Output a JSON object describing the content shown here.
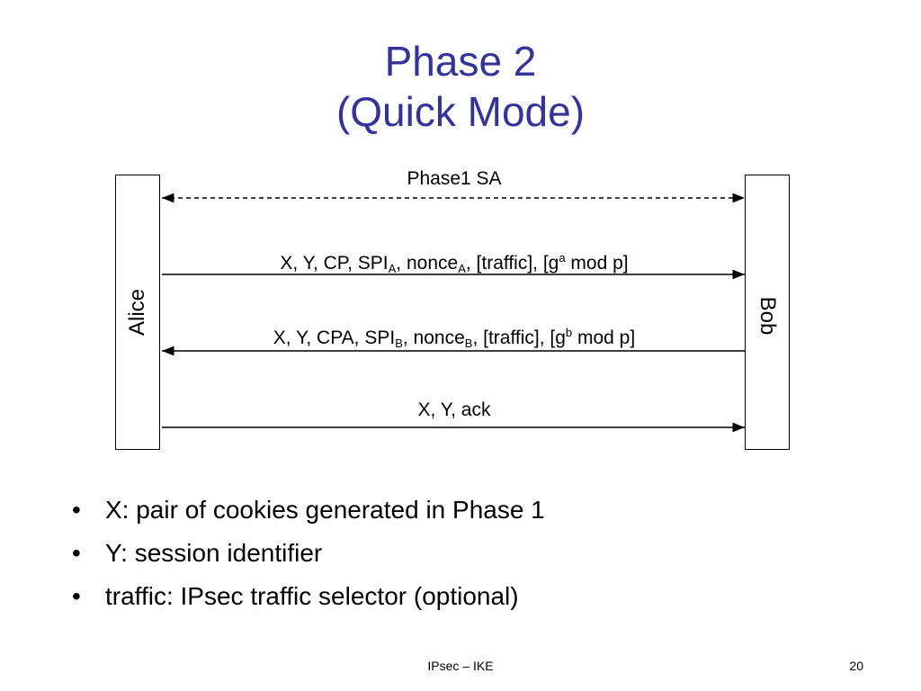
{
  "title": {
    "line1": "Phase 2",
    "line2": "(Quick Mode)"
  },
  "actors": {
    "left": "Alice",
    "right": "Bob"
  },
  "messages": [
    {
      "direction": "both",
      "style": "dashed",
      "label": {
        "text": "Phase1 SA"
      }
    },
    {
      "direction": "right",
      "style": "solid",
      "label": {
        "p1": "X, Y, CP, SPI",
        "s1": "A",
        "p2": ", nonce",
        "s2": "A",
        "p3": ", [traffic], [g",
        "s3": "a",
        "p4": " mod p]"
      }
    },
    {
      "direction": "left",
      "style": "solid",
      "label": {
        "p1": "X, Y, CPA, SPI",
        "s1": "B",
        "p2": ", nonce",
        "s2": "B",
        "p3": ", [traffic], [g",
        "s3": "b",
        "p4": " mod p]"
      }
    },
    {
      "direction": "right",
      "style": "solid",
      "label": {
        "text": "X, Y, ack"
      }
    }
  ],
  "bullets": {
    "marker": "•",
    "items": [
      "X: pair of cookies generated in Phase 1",
      "Y: session identifier",
      "traffic: IPsec traffic selector  (optional)"
    ]
  },
  "footer": {
    "center": "IPsec – IKE",
    "page": "20"
  },
  "colors": {
    "title": "#333399",
    "lines": "#000000"
  }
}
